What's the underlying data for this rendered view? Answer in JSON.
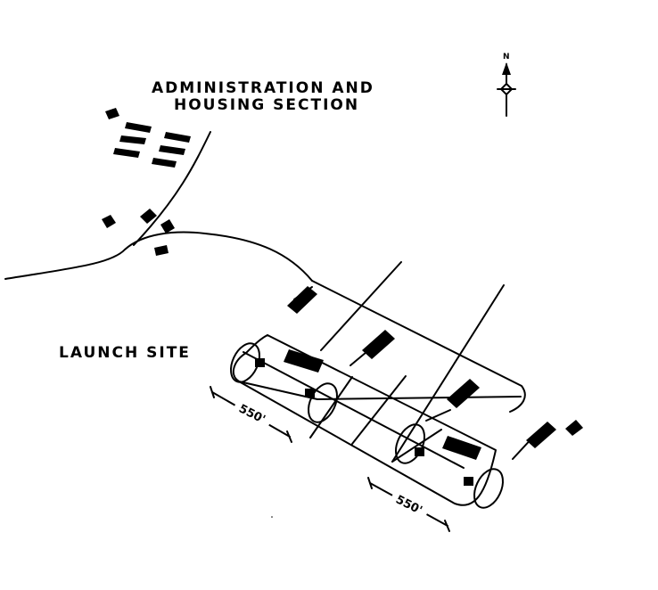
{
  "labels": {
    "admin_line1": "ADMINISTRATION AND",
    "admin_line2": "HOUSING SECTION",
    "launch_site": "LAUNCH SITE",
    "north": "N",
    "dimension_1": "550'",
    "dimension_2": "550'"
  },
  "colors": {
    "ink": "#000000",
    "paper": "#ffffff"
  },
  "icons": {
    "compass": "north-arrow-icon"
  }
}
